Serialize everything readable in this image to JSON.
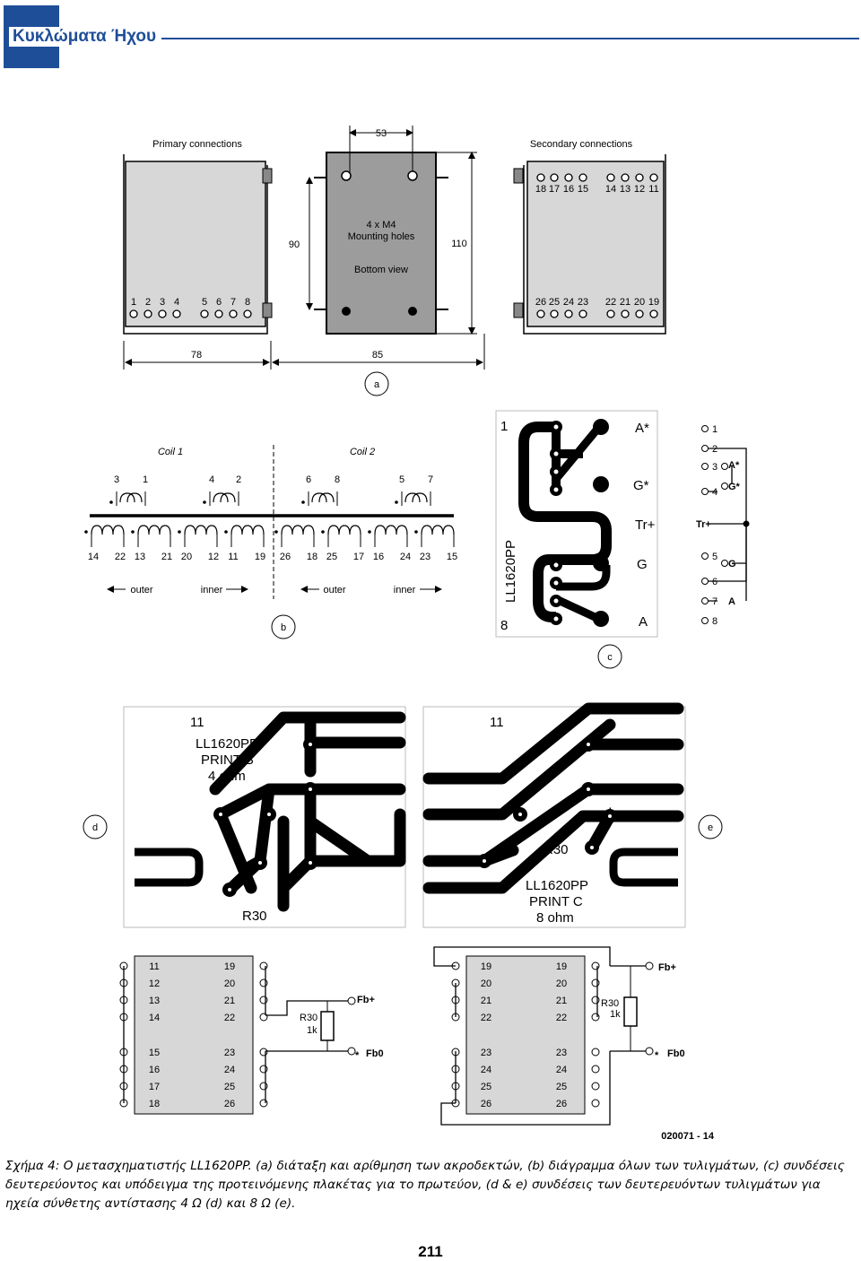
{
  "header": {
    "title": "Κυκλώματα Ήχου",
    "accent": "#1f4e99"
  },
  "panel_a": {
    "primary_title": "Primary connections",
    "secondary_title": "Secondary connections",
    "dim_top": "53",
    "dim_height": "90",
    "dim_height_outer": "110",
    "holes_line1": "4 x M4",
    "holes_line2": "Mounting holes",
    "bottom_view": "Bottom view",
    "primary_pins": [
      "1",
      "2",
      "3",
      "4",
      "5",
      "6",
      "7",
      "8"
    ],
    "secondary_pins_top": [
      "18",
      "17",
      "16",
      "15",
      "14",
      "13",
      "12",
      "11"
    ],
    "secondary_pins_bottom": [
      "26",
      "25",
      "24",
      "23",
      "22",
      "21",
      "20",
      "19"
    ],
    "dim_78": "78",
    "dim_85": "85",
    "label": "a"
  },
  "panel_b": {
    "coil1": "Coil 1",
    "coil2": "Coil 2",
    "top_numbers": [
      "3",
      "1",
      "4",
      "2",
      "6",
      "8",
      "5",
      "7"
    ],
    "bottom_numbers": [
      "14",
      "22",
      "13",
      "21",
      "20",
      "12",
      "11",
      "19",
      "26",
      "18",
      "25",
      "17",
      "16",
      "24",
      "23",
      "15"
    ],
    "outer": "outer",
    "inner": "inner",
    "label": "b"
  },
  "panel_c": {
    "pcb_top_left": "1",
    "pcb_bottom_left": "8",
    "pcb_vertical": "LL1620PP",
    "pcb_labels": [
      "A*",
      "G*",
      "Tr+",
      "G",
      "A"
    ],
    "schem_pins": [
      "1",
      "2",
      "3",
      "4",
      "5",
      "6",
      "7",
      "8"
    ],
    "schem_labels": [
      "A*",
      "G*",
      "Tr+",
      "G",
      "A"
    ],
    "label": "c"
  },
  "panel_d": {
    "num": "11",
    "line1": "LL1620PP",
    "line2": "PRINT   B",
    "line3": "4 ohm",
    "r30": "R30",
    "star": "*",
    "label": "d"
  },
  "panel_e": {
    "num": "11",
    "r30": "R30",
    "line1": "LL1620PP",
    "line2": "PRINT   C",
    "line3": "8 ohm",
    "star": "*",
    "label": "e"
  },
  "panel_f": {
    "left_pins": [
      "11",
      "12",
      "13",
      "14",
      "15",
      "16",
      "17",
      "18"
    ],
    "right_pins": [
      "19",
      "20",
      "21",
      "22",
      "23",
      "24",
      "25",
      "26"
    ],
    "resistor": "R30",
    "resistor_val": "1k",
    "fb_plus": "Fb+",
    "fb_zero": "Fb0",
    "star": "*",
    "figure_id": "020071 - 14"
  },
  "caption": "Σχήμα 4: Ο μετασχηματιστής LL1620PP. (a) διάταξη και αρίθμηση των ακροδεκτών, (b) διάγραμμα όλων των τυλιγμάτων, (c) συνδέσεις δευτερεύοντος και υπόδειγμα της προτεινόμενης πλακέτας για το πρωτεύον, (d & e) συνδέσεις των δευτερευόντων τυλιγμάτων για ηχεία σύνθετης αντίστασης 4 Ω (d) και 8 Ω (e).",
  "page_number": "211"
}
